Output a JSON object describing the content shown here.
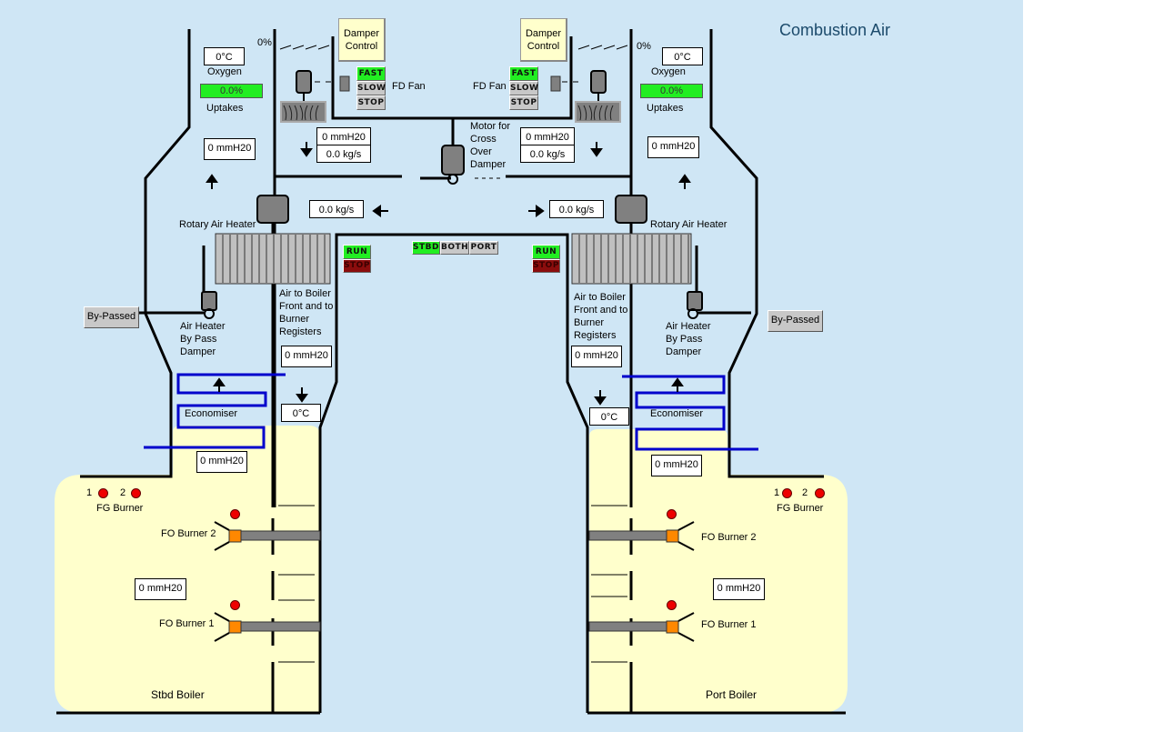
{
  "title": "Combustion Air",
  "colors": {
    "background": "#cfe6f5",
    "boiler_fill": "#ffffcc",
    "active_green": "#22ee22",
    "stop_red": "#8b0d0d",
    "led_red": "#ee0000",
    "economiser_blue": "#0000cc",
    "burner_orange": "#ff8800",
    "title_color": "#1b4a6b"
  },
  "center": {
    "cross_over_motor_label": [
      "Motor for",
      "Cross",
      "Over",
      "Damper"
    ],
    "mode_buttons": [
      {
        "label": "STBD",
        "active": true
      },
      {
        "label": "BOTH",
        "active": false
      },
      {
        "label": "PORT",
        "active": false
      }
    ]
  },
  "stbd": {
    "damper_control_label": [
      "Damper",
      "Control"
    ],
    "damper_percent": "0%",
    "fd_fan_label": "FD Fan",
    "fan_buttons": [
      {
        "label": "FAST",
        "active": true
      },
      {
        "label": "SLOW",
        "active": false
      },
      {
        "label": "STOP",
        "active": false
      }
    ],
    "uptake_temp": "0°C",
    "oxygen_label": "Oxygen",
    "oxygen_value": "0.0%",
    "uptakes_label": "Uptakes",
    "uptake_pressure": "0 mmH20",
    "fan_pressure": "0 mmH20",
    "fan_flow": "0.0 kg/s",
    "crossover_flow": "0.0 kg/s",
    "rotary_heater_label": "Rotary Air Heater",
    "heater_run_label": "RUN",
    "heater_stop_label": "STOP",
    "bypass_button_label": "By-Passed",
    "bypass_damper_label": [
      "Air Heater",
      "By Pass",
      "Damper"
    ],
    "air_to_boiler_label": [
      "Air to Boiler",
      "Front and to",
      "Burner",
      "Registers"
    ],
    "air_to_boiler_pressure": "0 mmH20",
    "air_to_boiler_temp": "0°C",
    "economiser_label": "Economiser",
    "economiser_pressure": "0 mmH20",
    "fg_burner_label": "FG Burner",
    "fg_burner_numbers": [
      "1",
      "2"
    ],
    "fo_burner_2_label": "FO Burner 2",
    "fo_burner_1_label": "FO Burner 1",
    "furnace_pressure": "0 mmH20",
    "boiler_label": "Stbd Boiler"
  },
  "port": {
    "damper_control_label": [
      "Damper",
      "Control"
    ],
    "damper_percent": "0%",
    "fd_fan_label": "FD Fan",
    "fan_buttons": [
      {
        "label": "FAST",
        "active": true
      },
      {
        "label": "SLOW",
        "active": false
      },
      {
        "label": "STOP",
        "active": false
      }
    ],
    "uptake_temp": "0°C",
    "oxygen_label": "Oxygen",
    "oxygen_value": "0.0%",
    "uptakes_label": "Uptakes",
    "uptake_pressure": "0 mmH20",
    "fan_pressure": "0 mmH20",
    "fan_flow": "0.0 kg/s",
    "crossover_flow": "0.0 kg/s",
    "rotary_heater_label": "Rotary Air Heater",
    "heater_run_label": "RUN",
    "heater_stop_label": "STOP",
    "bypass_button_label": "By-Passed",
    "bypass_damper_label": [
      "Air Heater",
      "By Pass",
      "Damper"
    ],
    "air_to_boiler_label": [
      "Air to Boiler",
      "Front and to",
      "Burner",
      "Registers"
    ],
    "air_to_boiler_pressure": "0 mmH20",
    "air_to_boiler_temp": "0°C",
    "economiser_label": "Economiser",
    "economiser_pressure": "0 mmH20",
    "fg_burner_label": "FG Burner",
    "fg_burner_numbers": [
      "1",
      "2"
    ],
    "fo_burner_2_label": "FO Burner 2",
    "fo_burner_1_label": "FO Burner 1",
    "furnace_pressure": "0 mmH20",
    "boiler_label": "Port Boiler"
  }
}
